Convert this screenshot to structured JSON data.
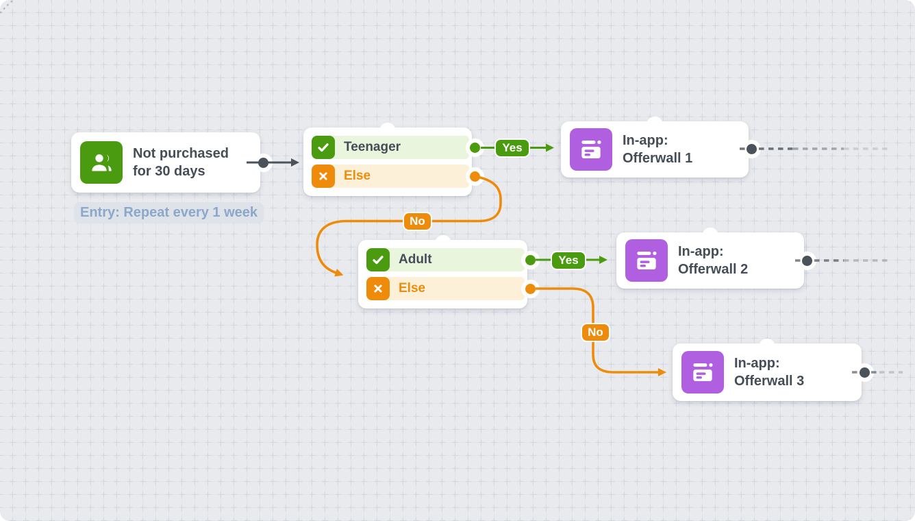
{
  "canvas": {
    "background_color": "#e9eaee",
    "grid": "cross-grid"
  },
  "colors": {
    "green": "#4a9b10",
    "green_light": "#e9f5dd",
    "orange": "#ef8b0b",
    "orange_light": "#fdf0d8",
    "purple": "#b05fe0",
    "connector_dark": "#4a525a",
    "text_dark": "#454d57",
    "entry_note_text": "#8ba7ca",
    "entry_note_bg": "#dee2e9",
    "card_bg": "#ffffff"
  },
  "flow": {
    "entry_node": {
      "line1": "Not purchased",
      "line2": "for 30 days",
      "icon": "audience-people-icon"
    },
    "entry_note": "Entry: Repeat every 1 week",
    "condition1": {
      "branches": [
        {
          "label": "Teenager",
          "icon": "check-icon"
        },
        {
          "label": "Else",
          "icon": "x-icon"
        }
      ]
    },
    "condition2": {
      "branches": [
        {
          "label": "Adult",
          "icon": "check-icon"
        },
        {
          "label": "Else",
          "icon": "x-icon"
        }
      ]
    },
    "offerwall1": {
      "line1": "In-app:",
      "line2": "Offerwall 1",
      "icon": "in-app-message-icon"
    },
    "offerwall2": {
      "line1": "In-app:",
      "line2": "Offerwall 2",
      "icon": "in-app-message-icon"
    },
    "offerwall3": {
      "line1": "In-app:",
      "line2": "Offerwall 3",
      "icon": "in-app-message-icon"
    },
    "labels": {
      "yes": "Yes",
      "no": "No"
    }
  }
}
